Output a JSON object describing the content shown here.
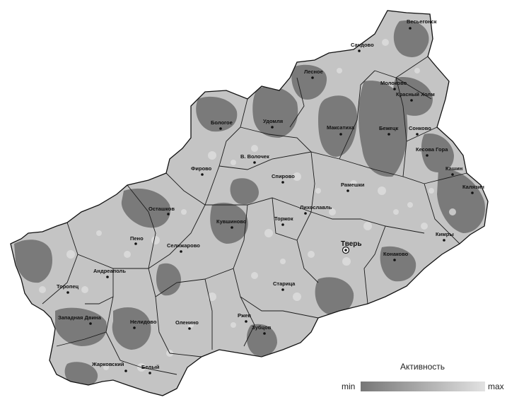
{
  "legend": {
    "title": "Активность",
    "min_label": "min",
    "max_label": "max",
    "color_min": "#777777",
    "color_max": "#e2e2e2"
  },
  "colors": {
    "region_fill": "#c4c4c4",
    "high_activity": "#7a7a7a",
    "border": "#1a1a1a"
  },
  "capital": {
    "name": "Тверь"
  },
  "towns": [
    "Весьегонск",
    "Сандово",
    "Лесное",
    "Молоково",
    "Красный Холм",
    "Максатиха",
    "Бежецк",
    "Удомля",
    "Бологое",
    "Сонково",
    "Кесова Гора",
    "В. Волочек",
    "Спирово",
    "Кашин",
    "Фирово",
    "Рамешки",
    "Калязин",
    "Осташков",
    "Лихославль",
    "Кувшиново",
    "Торжок",
    "Кимры",
    "Пено",
    "Селижарово",
    "Конаково",
    "Андреаполь",
    "Торопец",
    "Старица",
    "Западная Двина",
    "Нелидово",
    "Оленино",
    "Ржев",
    "Зубцов",
    "Жарковский",
    "Белый"
  ]
}
